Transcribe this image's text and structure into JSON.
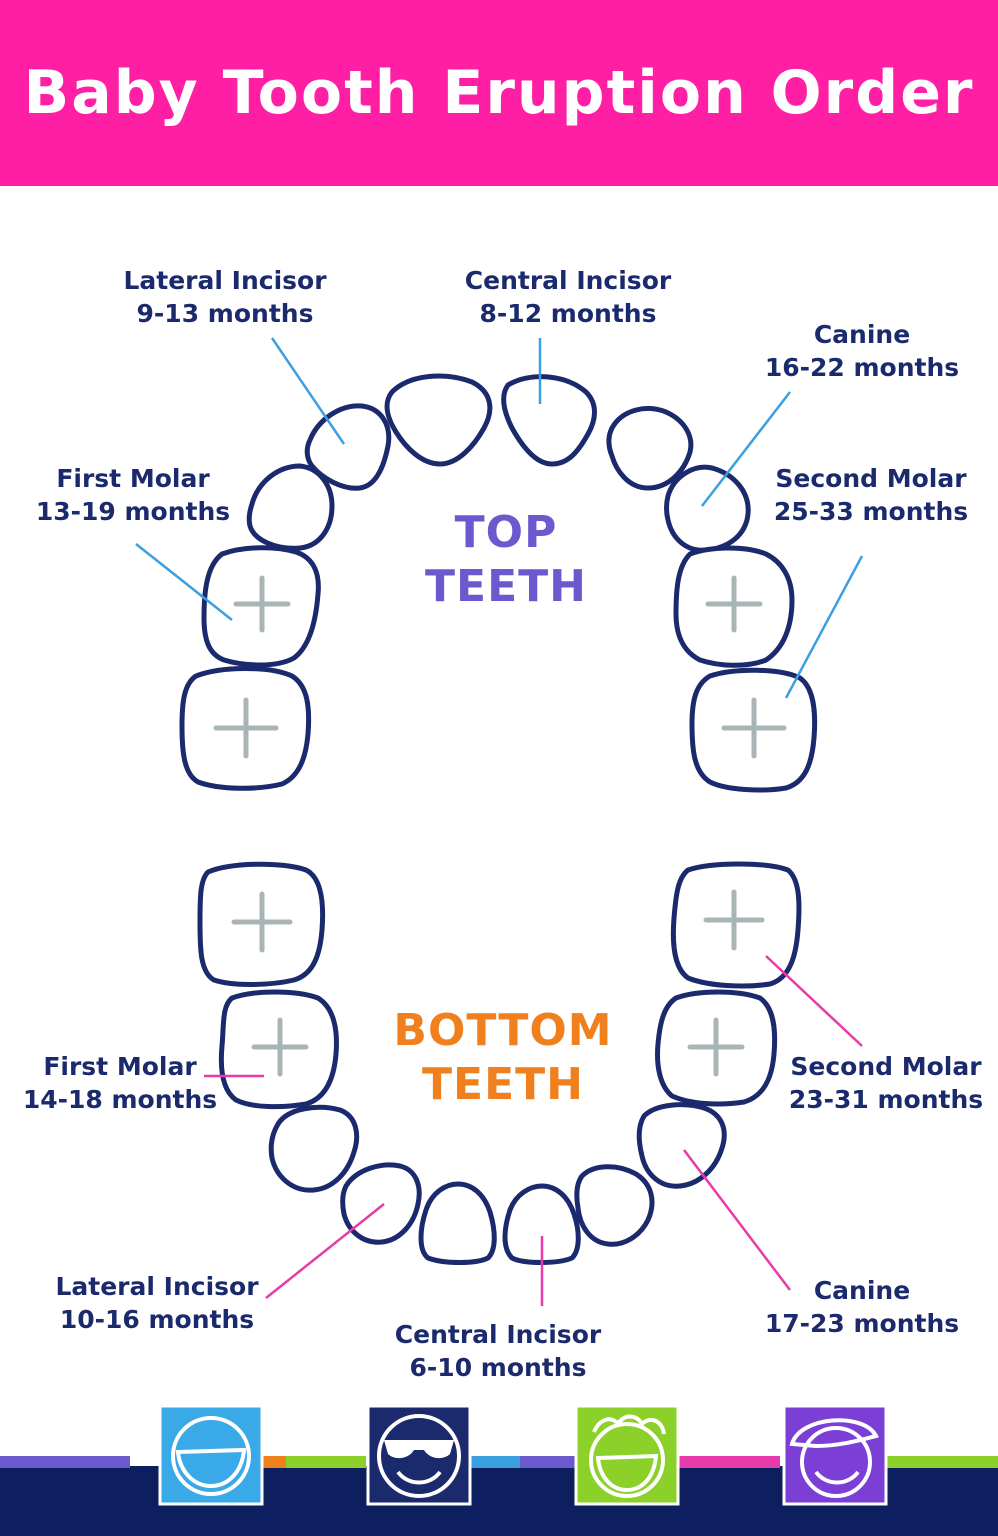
{
  "title": "Baby Tooth Eruption Order",
  "top_label": {
    "line1": "TOP",
    "line2": "TEETH"
  },
  "bottom_label": {
    "line1": "BOTTOM",
    "line2": "TEETH"
  },
  "top_teeth": {
    "lateral_incisor": {
      "name": "Lateral Incisor",
      "age": "9-13 months"
    },
    "central_incisor": {
      "name": "Central Incisor",
      "age": "8-12 months"
    },
    "canine": {
      "name": "Canine",
      "age": "16-22 months"
    },
    "first_molar": {
      "name": "First Molar",
      "age": "13-19 months"
    },
    "second_molar": {
      "name": "Second Molar",
      "age": "25-33 months"
    }
  },
  "bottom_teeth": {
    "first_molar": {
      "name": "First Molar",
      "age": "14-18 months"
    },
    "second_molar": {
      "name": "Second Molar",
      "age": "23-31 months"
    },
    "lateral_incisor": {
      "name": "Lateral Incisor",
      "age": "10-16 months"
    },
    "central_incisor": {
      "name": "Central Incisor",
      "age": "6-10 months"
    },
    "canine": {
      "name": "Canine",
      "age": "17-23 months"
    }
  },
  "colors": {
    "header": "#ff1fa4",
    "label_text": "#1b2a6d",
    "tooth_outline": "#1b2a6d",
    "top_heading": "#6a5acd",
    "bottom_heading": "#f07f1e",
    "top_leader": "#3aa0e0",
    "bottom_leader": "#e83aa8",
    "molar_cross": "#a9b4b6"
  },
  "footer_faces": [
    "smiling-face-icon",
    "sunglasses-face-icon",
    "curly-hair-face-icon",
    "cap-face-icon"
  ]
}
